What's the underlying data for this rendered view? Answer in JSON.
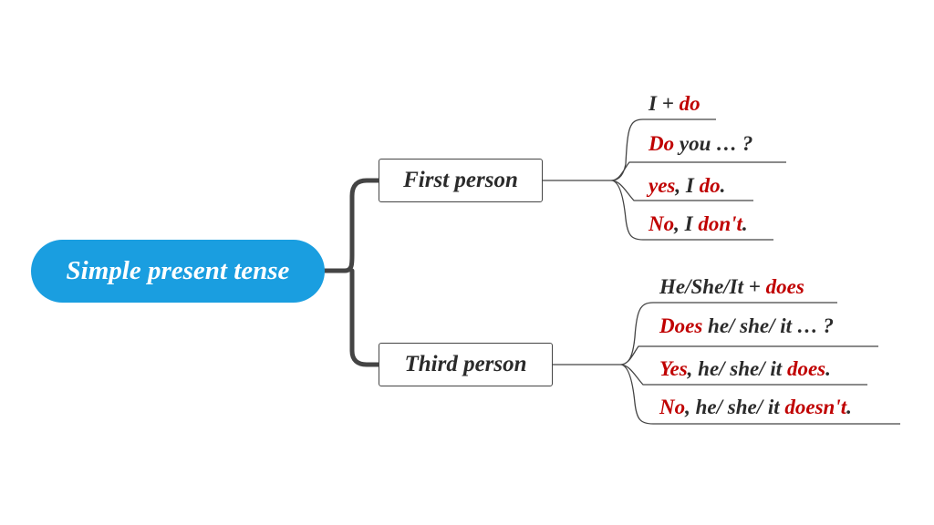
{
  "diagram": {
    "root": {
      "label": "Simple present tense"
    },
    "colors": {
      "root_fill": "#1a9ee0",
      "highlight": "#c00000",
      "text": "#2b2b2b",
      "connector": "#444444"
    },
    "branches": [
      {
        "label": "First person",
        "leaves": [
          [
            {
              "t": "I + ",
              "c": "blk"
            },
            {
              "t": "do",
              "c": "red"
            }
          ],
          [
            {
              "t": "Do",
              "c": "red"
            },
            {
              "t": " you … ?",
              "c": "blk"
            }
          ],
          [
            {
              "t": "yes",
              "c": "red"
            },
            {
              "t": ", I ",
              "c": "blk"
            },
            {
              "t": "do",
              "c": "red"
            },
            {
              "t": ".",
              "c": "blk"
            }
          ],
          [
            {
              "t": "No",
              "c": "red"
            },
            {
              "t": ", I ",
              "c": "blk"
            },
            {
              "t": "don't",
              "c": "red"
            },
            {
              "t": ".",
              "c": "blk"
            }
          ]
        ]
      },
      {
        "label": "Third person",
        "leaves": [
          [
            {
              "t": "He/She/It + ",
              "c": "blk"
            },
            {
              "t": "does",
              "c": "red"
            }
          ],
          [
            {
              "t": "Does",
              "c": "red"
            },
            {
              "t": " he/ she/ it … ?",
              "c": "blk"
            }
          ],
          [
            {
              "t": "Yes",
              "c": "red"
            },
            {
              "t": ", he/ she/ it ",
              "c": "blk"
            },
            {
              "t": "does",
              "c": "red"
            },
            {
              "t": ".",
              "c": "blk"
            }
          ],
          [
            {
              "t": "No",
              "c": "red"
            },
            {
              "t": ", he/ she/ it ",
              "c": "blk"
            },
            {
              "t": "doesn't",
              "c": "red"
            },
            {
              "t": ".",
              "c": "blk"
            }
          ]
        ]
      }
    ]
  }
}
